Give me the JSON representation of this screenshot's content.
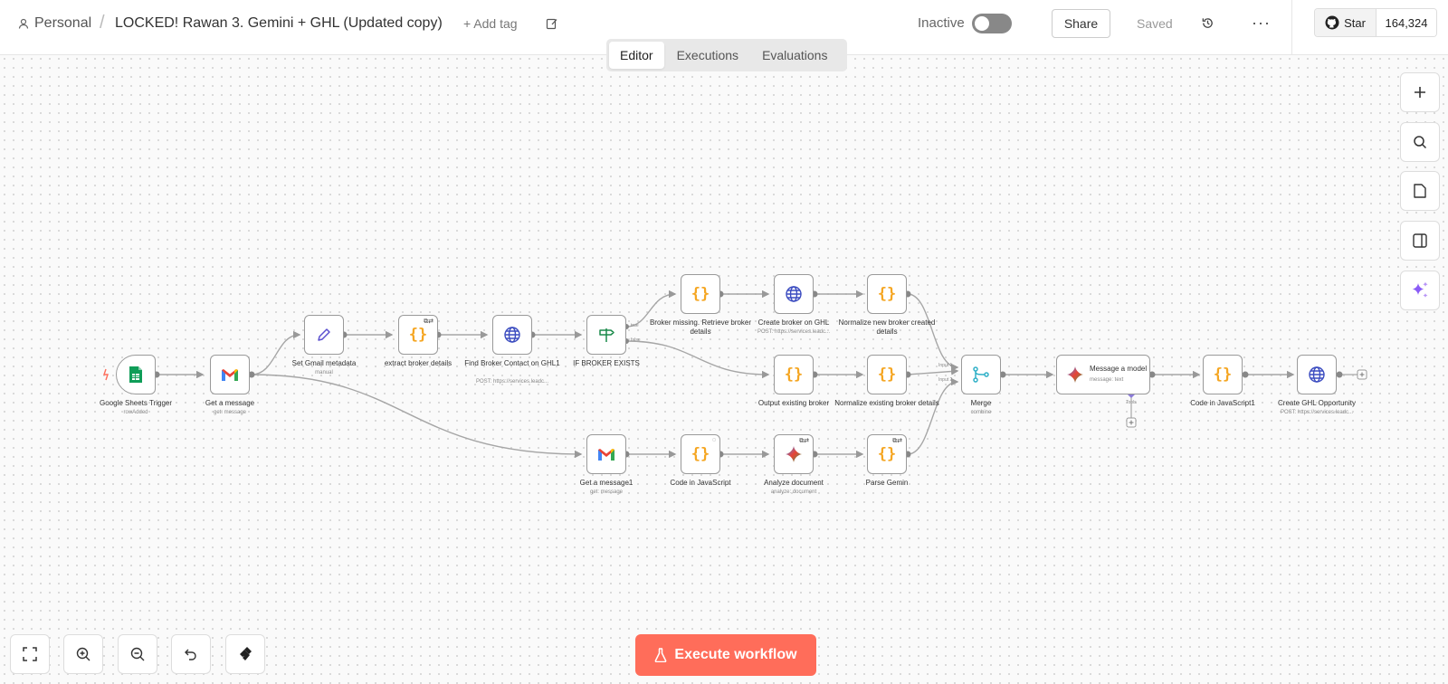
{
  "header": {
    "breadcrumb_project": "Personal",
    "breadcrumb_separator": "/",
    "workflow_title": "LOCKED! Rawan 3. Gemini + GHL (Updated copy)",
    "add_tag": "+ Add tag",
    "active_status_label": "Inactive",
    "active": false,
    "share_label": "Share",
    "save_status": "Saved",
    "more_label": "···",
    "github_star_label": "Star",
    "github_star_count": "164,324"
  },
  "tabs": [
    {
      "label": "Editor",
      "active": true
    },
    {
      "label": "Executions",
      "active": false
    },
    {
      "label": "Evaluations",
      "active": false
    }
  ],
  "nodes": {
    "google_sheets_trigger": {
      "label": "Google Sheets Trigger",
      "sub": "rowAdded",
      "icon": "google-sheets-icon"
    },
    "get_message": {
      "label": "Get a message",
      "sub": "get: message",
      "icon": "gmail-icon"
    },
    "set_gmail_metadata": {
      "label": "Set Gmail metadata",
      "sub": "manual",
      "icon": "pencil-icon"
    },
    "extract_broker_details": {
      "label": "extract broker details",
      "icon": "code-icon",
      "badge": "⧉⇄"
    },
    "find_broker_contact": {
      "label": "Find Broker Contact on GHL1",
      "sub": "POST: https://services.leadc...",
      "icon": "globe-icon"
    },
    "if_broker_exists": {
      "label": "IF BROKER EXISTS",
      "icon": "signpost-icon",
      "port_true": "true",
      "port_false": "false"
    },
    "broker_missing": {
      "label": "Broker missing. Retrieve broker details",
      "icon": "code-icon"
    },
    "create_broker_ghl": {
      "label": "Create broker on GHL",
      "sub": "POST: https://services.leadc...",
      "icon": "globe-icon"
    },
    "normalize_new_broker": {
      "label": "Normalize new broker created details",
      "icon": "code-icon"
    },
    "output_existing_broker": {
      "label": "Output existing broker",
      "icon": "code-icon"
    },
    "normalize_existing_broker": {
      "label": "Normalize existing broker details",
      "icon": "code-icon"
    },
    "merge": {
      "label": "Merge",
      "sub": "combine",
      "icon": "merge-icon",
      "input1": "Input 1",
      "input2": "Input 2"
    },
    "message_model": {
      "label": "Message a model",
      "sub": "message: text",
      "icon": "gemini-icon",
      "tools": "Tools"
    },
    "code_js1": {
      "label": "Code in JavaScript1",
      "icon": "code-icon"
    },
    "create_ghl_opportunity": {
      "label": "Create GHL Opportunity",
      "sub": "POST: https://services.leadc...",
      "icon": "globe-icon"
    },
    "get_message1": {
      "label": "Get a message1",
      "sub": "get: message",
      "icon": "gmail-icon"
    },
    "code_js": {
      "label": "Code in JavaScript",
      "icon": "code-icon",
      "badge": "◌"
    },
    "analyze_document": {
      "label": "Analyze document",
      "sub": "analyze: document",
      "icon": "gemini-icon",
      "badge": "⧉⇄"
    },
    "parse_gemini": {
      "label": "Parse Gemin",
      "icon": "code-icon",
      "badge": "⧉⇄"
    }
  },
  "code_glyph": "{}",
  "right_toolbar": [
    "plus-icon",
    "search-icon",
    "sticky-note-icon",
    "panel-icon",
    "ai-sparkle-icon"
  ],
  "bottom_toolbar": [
    "fit-view-icon",
    "zoom-in-icon",
    "zoom-out-icon",
    "undo-icon",
    "tidy-up-icon"
  ],
  "execute_label": "Execute workflow",
  "colors": {
    "accent": "#ff6d5a",
    "code": "#f5a623",
    "globe": "#3b4cc0",
    "merge": "#30b0c7",
    "sheets": "#0f9d58"
  }
}
